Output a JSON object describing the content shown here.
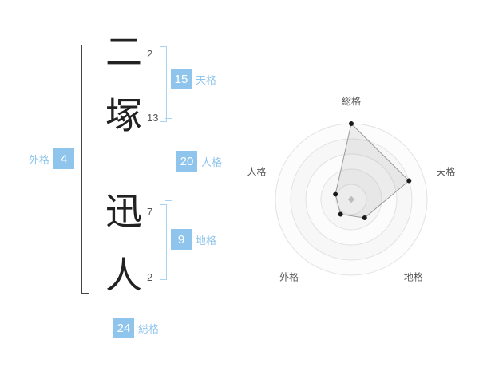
{
  "name_analysis": {
    "characters": [
      {
        "char": "二",
        "strokes": "2"
      },
      {
        "char": "塚",
        "strokes": "13"
      },
      {
        "char": "迅",
        "strokes": "7"
      },
      {
        "char": "人",
        "strokes": "2"
      }
    ],
    "gaikaku": {
      "value": "4",
      "label": "外格"
    },
    "tenkaku": {
      "value": "15",
      "label": "天格"
    },
    "jinkaku": {
      "value": "20",
      "label": "人格"
    },
    "chikaku": {
      "value": "9",
      "label": "地格"
    },
    "soukaku": {
      "value": "24",
      "label": "総格"
    }
  },
  "colors": {
    "accent_blue": "#8fc5ed",
    "bracket_black": "#444444",
    "ring_stroke": "#e2e2e2",
    "point_black": "#1a1a1a"
  },
  "chart_data": {
    "type": "radar",
    "axes": [
      "総格",
      "天格",
      "地格",
      "外格",
      "人格"
    ],
    "values": [
      5,
      4,
      1.5,
      1.2,
      1.1
    ],
    "max": 5,
    "rings": 5,
    "legend": "none",
    "grid": "concentric-circles"
  }
}
